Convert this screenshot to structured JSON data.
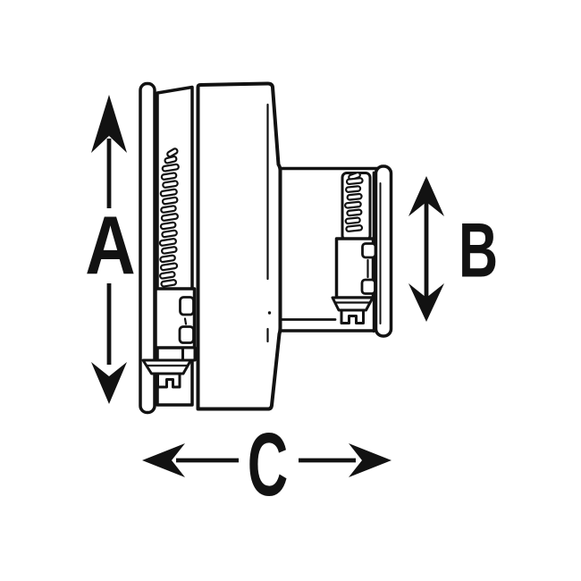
{
  "figure": {
    "background_color": "#ffffff",
    "line_color": "#121212",
    "dimension_labels": {
      "a": "A",
      "b": "B",
      "c": "C"
    }
  }
}
